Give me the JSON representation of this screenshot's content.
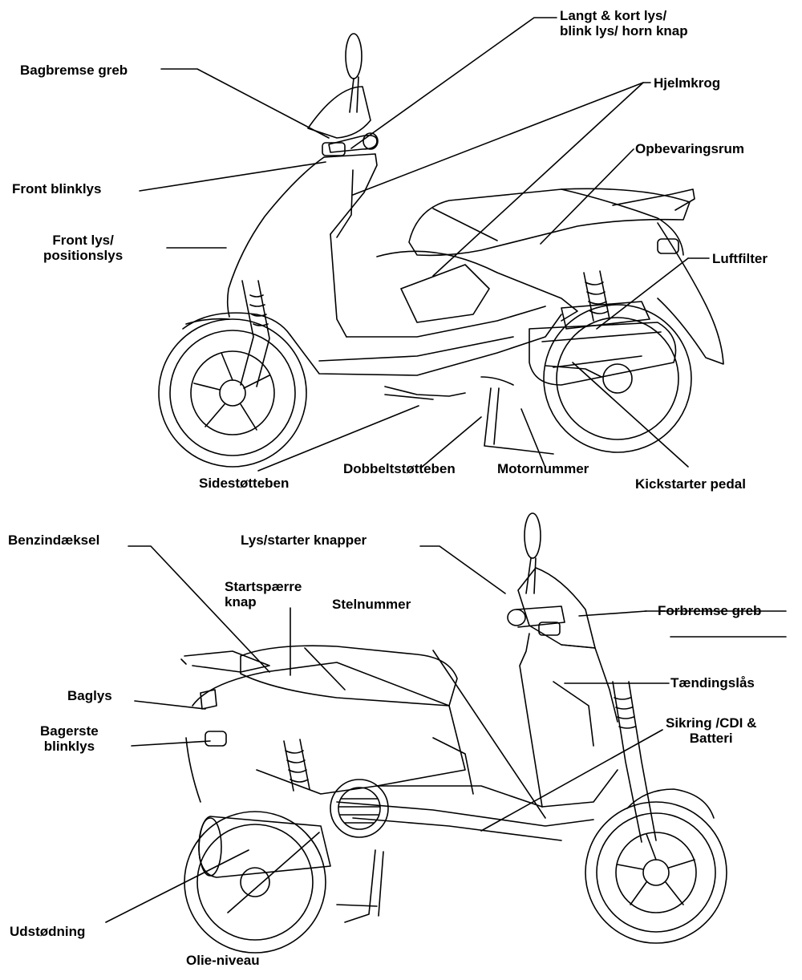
{
  "top_diagram": {
    "labels": {
      "horn": "Langt & kort lys/\nblink lys/ horn knap",
      "rear_brake": "Bagbremse greb",
      "helmet_hook": "Hjelmkrog",
      "storage": "Opbevaringsrum",
      "front_indicator": "Front blinklys",
      "front_light": "Front lys/\npositionslys",
      "air_filter": "Luftfilter",
      "side_stand": "Sidestøtteben",
      "center_stand": "Dobbeltstøtteben",
      "engine_number": "Motornummer",
      "kickstart": "Kickstarter pedal"
    }
  },
  "bottom_diagram": {
    "labels": {
      "fuel_cap": "Benzindæksel",
      "light_starter": "Lys/starter knapper",
      "immobilizer": "Startspærre\nknap",
      "frame_number": "Stelnummer",
      "front_brake": "Forbremse greb",
      "ignition": "Tændingslås",
      "tail_light": "Baglys",
      "rear_indicator": "Bagerste\nblinklys",
      "fuse": "Sikring /CDI &\nBatteri",
      "exhaust": "Udstødning",
      "oil_level": "Olie-niveau"
    }
  },
  "colors": {
    "ink": "#000000",
    "background": "#ffffff"
  }
}
